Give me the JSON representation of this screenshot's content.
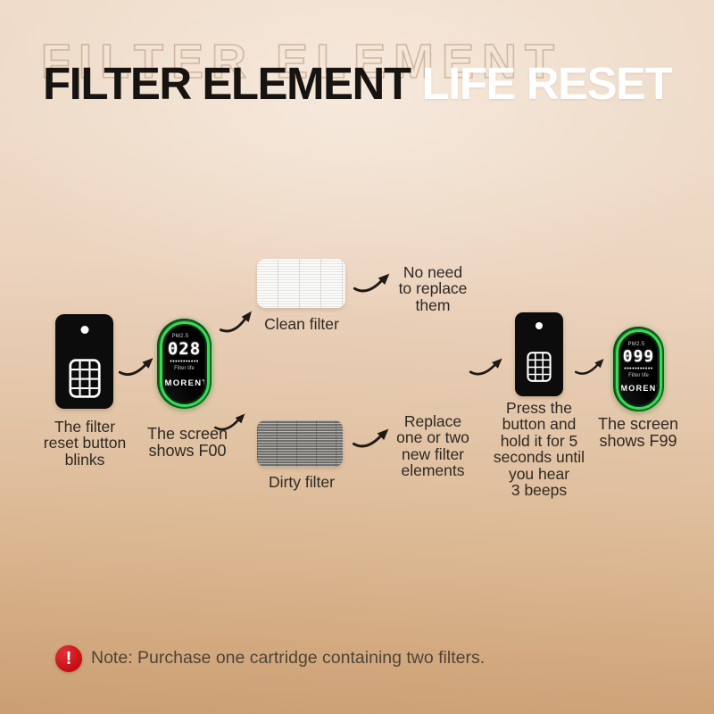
{
  "title": {
    "ghost": "FILTER ELEMENT",
    "primary": "FILTER ELEMENT",
    "secondary": "LIFE RESET"
  },
  "flow": {
    "reset_button_caption": "The filter\nreset button\nblinks",
    "screen_f00_caption": "The screen\nshows F00",
    "clean_filter_label": "Clean filter",
    "clean_filter_result": "No need\nto replace\nthem",
    "dirty_filter_label": "Dirty filter",
    "dirty_filter_result": "Replace\none or two\nnew filter\nelements",
    "press_button_caption": "Press the\nbutton and\nhold it for 5\nseconds until\nyou hear\n3 beeps",
    "screen_f99_caption": "The screen\nshows F99"
  },
  "display_start": {
    "pm_label": "PM2.5",
    "value": "028",
    "progress_dots": "•••••••••••",
    "filter_life_label": "Filter life",
    "brand": "MORENTO"
  },
  "display_end": {
    "pm_label": "PM2.5",
    "value": "099",
    "progress_dots": "•••••••••••",
    "filter_life_label": "Filter life",
    "brand": "MORENTO"
  },
  "note": {
    "icon": "!",
    "text": "Note: Purchase one cartridge containing two filters."
  },
  "colors": {
    "accent_green": "#35dd52",
    "note_red": "#c9131a",
    "title_dark": "#161310",
    "title_light": "#ffffff",
    "background_top": "#efdcca",
    "background_bottom": "#cb9f73"
  }
}
